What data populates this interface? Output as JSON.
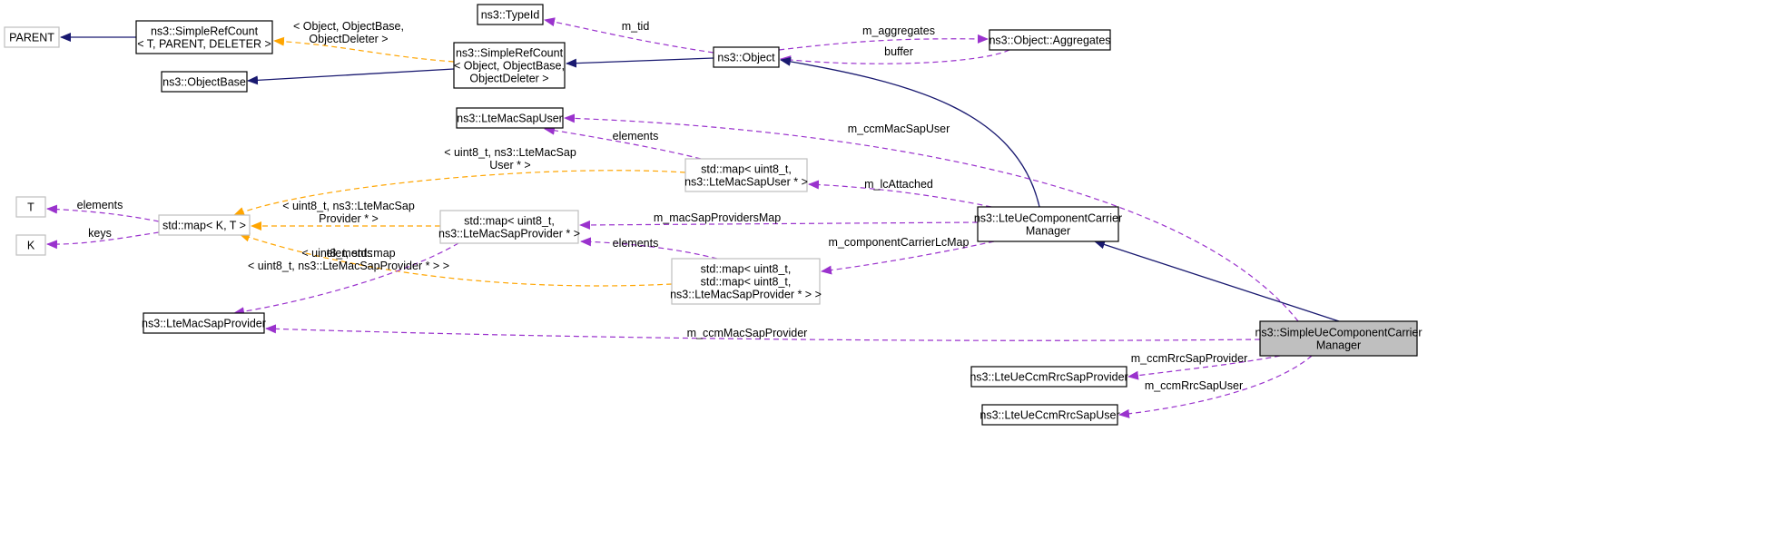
{
  "nodes": [
    {
      "id": "parent",
      "lines": [
        "PARENT"
      ],
      "style": "grey"
    },
    {
      "id": "simplerefcount_t",
      "lines": [
        "ns3::SimpleRefCount",
        "< T, PARENT, DELETER >"
      ],
      "style": "normal"
    },
    {
      "id": "objectbase",
      "lines": [
        "ns3::ObjectBase"
      ],
      "style": "normal"
    },
    {
      "id": "typeid",
      "lines": [
        "ns3::TypeId"
      ],
      "style": "normal"
    },
    {
      "id": "simplerefcount_obj",
      "lines": [
        "ns3::SimpleRefCount",
        "< Object, ObjectBase,",
        "ObjectDeleter >"
      ],
      "style": "normal"
    },
    {
      "id": "object",
      "lines": [
        "ns3::Object"
      ],
      "style": "normal"
    },
    {
      "id": "aggregates",
      "lines": [
        "ns3::Object::Aggregates"
      ],
      "style": "normal"
    },
    {
      "id": "ltemacsapuser",
      "lines": [
        "ns3::LteMacSapUser"
      ],
      "style": "normal"
    },
    {
      "id": "map_user",
      "lines": [
        "std::map< uint8_t,",
        "ns3::LteMacSapUser * >"
      ],
      "style": "grey"
    },
    {
      "id": "t",
      "lines": [
        "T"
      ],
      "style": "grey"
    },
    {
      "id": "k",
      "lines": [
        "K"
      ],
      "style": "grey"
    },
    {
      "id": "map_kt",
      "lines": [
        "std::map< K, T >"
      ],
      "style": "grey"
    },
    {
      "id": "map_provider",
      "lines": [
        "std::map< uint8_t,",
        "ns3::LteMacSapProvider * >"
      ],
      "style": "grey"
    },
    {
      "id": "map_map",
      "lines": [
        "std::map< uint8_t,",
        "std::map< uint8_t,",
        "ns3::LteMacSapProvider * > >"
      ],
      "style": "grey"
    },
    {
      "id": "lteuecomponent",
      "lines": [
        "ns3::LteUeComponentCarrier",
        "Manager"
      ],
      "style": "normal"
    },
    {
      "id": "ltemacsapprovider",
      "lines": [
        "ns3::LteMacSapProvider"
      ],
      "style": "normal"
    },
    {
      "id": "simpleue",
      "lines": [
        "ns3::SimpleUeComponentCarrier",
        "Manager"
      ],
      "style": "focus"
    },
    {
      "id": "rrcprovider",
      "lines": [
        "ns3::LteUeCcmRrcSapProvider"
      ],
      "style": "normal"
    },
    {
      "id": "rrcuser",
      "lines": [
        "ns3::LteUeCcmRrcSapUser"
      ],
      "style": "normal"
    }
  ],
  "edges": [
    {
      "id": "e1",
      "kind": "inherit",
      "from": "simplerefcount_t",
      "to": "parent",
      "label_lines": []
    },
    {
      "id": "e2",
      "kind": "template",
      "from": "simplerefcount_obj",
      "to": "simplerefcount_t",
      "label_lines": [
        "< Object, ObjectBase,",
        "ObjectDeleter >"
      ]
    },
    {
      "id": "e3",
      "kind": "inherit",
      "from": "simplerefcount_obj",
      "to": "objectbase",
      "label_lines": []
    },
    {
      "id": "e4",
      "kind": "inherit",
      "from": "object",
      "to": "simplerefcount_obj",
      "label_lines": []
    },
    {
      "id": "e5",
      "kind": "usage",
      "from": "object",
      "to": "typeid",
      "label_lines": [
        "m_tid"
      ]
    },
    {
      "id": "e6",
      "kind": "usage",
      "from": "object",
      "to": "aggregates",
      "label_lines": [
        "m_aggregates"
      ]
    },
    {
      "id": "e7",
      "kind": "usage",
      "from": "aggregates",
      "to": "object",
      "label_lines": [
        "buffer"
      ]
    },
    {
      "id": "e8",
      "kind": "inherit",
      "from": "lteuecomponent",
      "to": "object",
      "label_lines": []
    },
    {
      "id": "e9",
      "kind": "usage",
      "from": "map_user",
      "to": "ltemacsapuser",
      "label_lines": [
        "elements"
      ]
    },
    {
      "id": "e10",
      "kind": "template",
      "from": "map_user",
      "to": "map_kt",
      "label_lines": [
        "< uint8_t, ns3::LteMacSap",
        "User * >"
      ]
    },
    {
      "id": "e11",
      "kind": "usage",
      "from": "map_kt",
      "to": "t",
      "label_lines": [
        "elements"
      ]
    },
    {
      "id": "e12",
      "kind": "usage",
      "from": "map_kt",
      "to": "k",
      "label_lines": [
        "keys"
      ]
    },
    {
      "id": "e13",
      "kind": "template",
      "from": "map_provider",
      "to": "map_kt",
      "label_lines": [
        "< uint8_t, ns3::LteMacSap",
        "Provider * >"
      ]
    },
    {
      "id": "e14",
      "kind": "template",
      "from": "map_map",
      "to": "map_kt",
      "label_lines": [
        "< uint8_t, std::map",
        "< uint8_t, ns3::LteMacSapProvider * > >"
      ]
    },
    {
      "id": "e15",
      "kind": "usage",
      "from": "map_provider",
      "to": "ltemacsapprovider",
      "label_lines": [
        "elements"
      ]
    },
    {
      "id": "e16",
      "kind": "usage",
      "from": "map_map",
      "to": "map_provider",
      "label_lines": [
        "elements"
      ]
    },
    {
      "id": "e17",
      "kind": "usage",
      "from": "lteuecomponent",
      "to": "map_user",
      "label_lines": [
        "m_lcAttached"
      ]
    },
    {
      "id": "e18",
      "kind": "usage",
      "from": "lteuecomponent",
      "to": "map_provider",
      "label_lines": [
        "m_macSapProvidersMap"
      ]
    },
    {
      "id": "e19",
      "kind": "usage",
      "from": "lteuecomponent",
      "to": "map_map",
      "label_lines": [
        "m_componentCarrierLcMap"
      ]
    },
    {
      "id": "e20",
      "kind": "usage",
      "from": "simpleue",
      "to": "ltemacsapuser",
      "label_lines": [
        "m_ccmMacSapUser"
      ]
    },
    {
      "id": "e21",
      "kind": "inherit",
      "from": "simpleue",
      "to": "lteuecomponent",
      "label_lines": []
    },
    {
      "id": "e22",
      "kind": "usage",
      "from": "simpleue",
      "to": "ltemacsapprovider",
      "label_lines": [
        "m_ccmMacSapProvider"
      ]
    },
    {
      "id": "e23",
      "kind": "usage",
      "from": "simpleue",
      "to": "rrcprovider",
      "label_lines": [
        "m_ccmRrcSapProvider"
      ]
    },
    {
      "id": "e24",
      "kind": "usage",
      "from": "simpleue",
      "to": "rrcuser",
      "label_lines": [
        "m_ccmRrcSapUser"
      ]
    }
  ],
  "colors": {
    "inherit": "#191970",
    "usage": "#9a32cd",
    "template": "#ffa500",
    "focus_fill": "#bfbfbf",
    "grey_border": "#bfbfbf"
  }
}
